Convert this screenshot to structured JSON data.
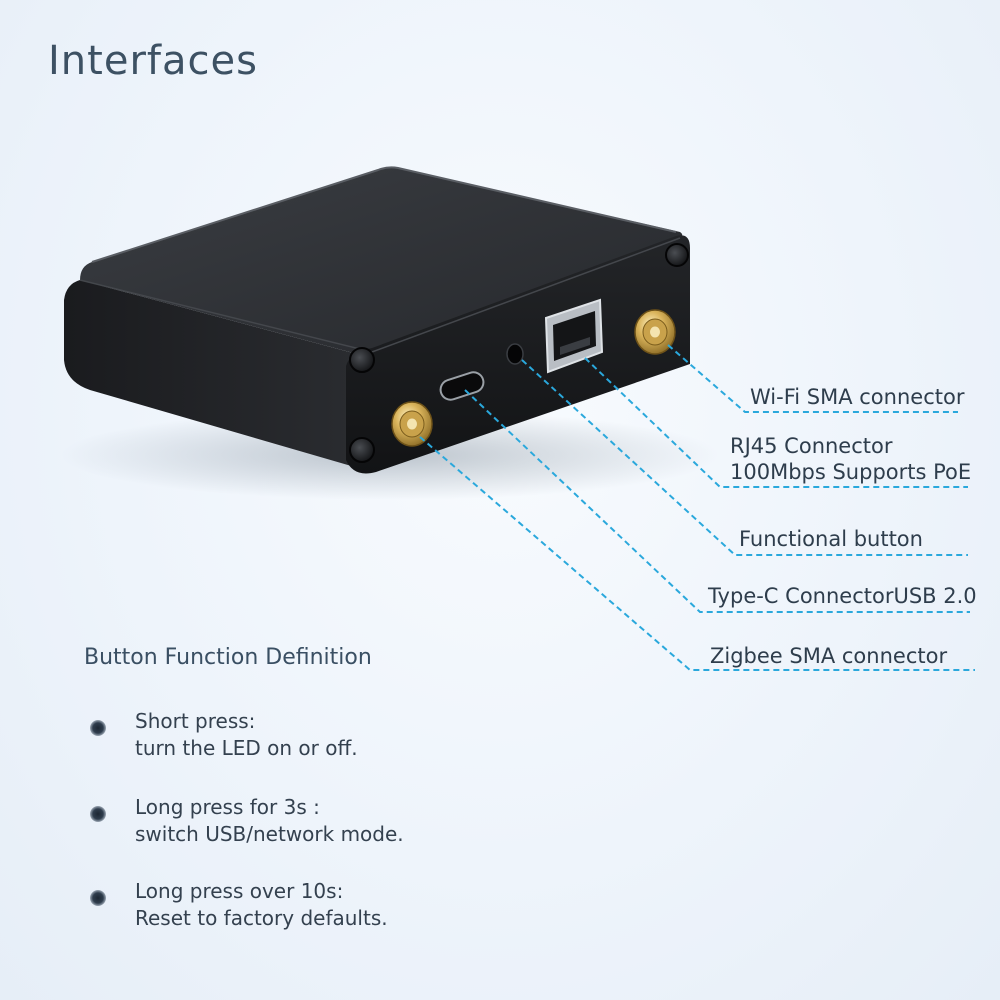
{
  "page": {
    "title": "Interfaces"
  },
  "callouts": {
    "wifi": {
      "label": "Wi-Fi SMA connector"
    },
    "rj45": {
      "line1": "RJ45 Connector",
      "line2": "100Mbps Supports PoE"
    },
    "button": {
      "label": "Functional button"
    },
    "typec": {
      "label": "Type-C ConnectorUSB 2.0"
    },
    "zigbee": {
      "label": "Zigbee SMA connector"
    }
  },
  "button_section": {
    "title": "Button Function Definition",
    "items": [
      {
        "line1": "Short press:",
        "line2": "turn the LED on or off."
      },
      {
        "line1": "Long press for 3s :",
        "line2": "switch USB/network mode."
      },
      {
        "line1": "Long press over 10s:",
        "line2": "Reset to factory defaults."
      }
    ]
  },
  "colors": {
    "accent": "#2aa8dc",
    "device": "#1b1d20",
    "title": "#3d5163"
  }
}
